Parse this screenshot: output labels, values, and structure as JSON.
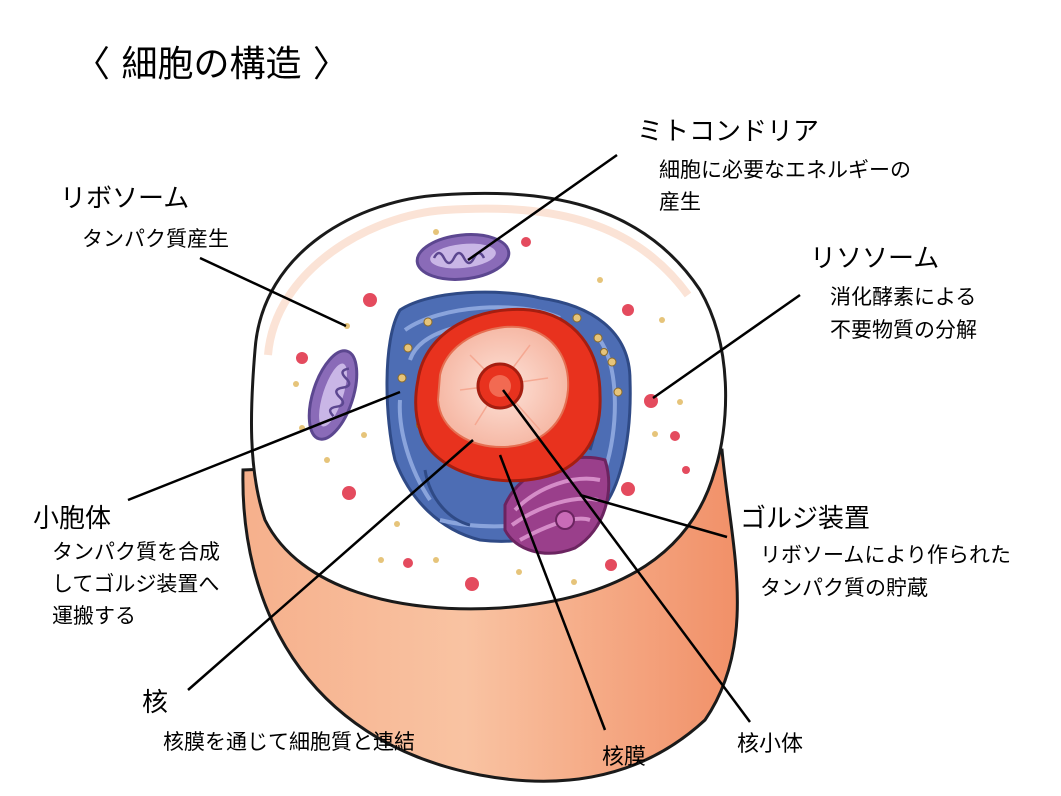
{
  "title": "〈 細胞の構造 〉",
  "labels": {
    "mitochondria": {
      "name": "ミトコンドリア",
      "desc": [
        "細胞に必要なエネルギーの",
        "産生"
      ]
    },
    "ribosome": {
      "name": "リボソーム",
      "desc": [
        "タンパク質産生"
      ]
    },
    "lysosome": {
      "name": "リソソーム",
      "desc": [
        "消化酵素による",
        "不要物質の分解"
      ]
    },
    "er": {
      "name": "小胞体",
      "desc": [
        "タンパク質を合成",
        "してゴルジ装置へ",
        "運搬する"
      ]
    },
    "golgi": {
      "name": "ゴルジ装置",
      "desc": [
        "リボソームにより作られた",
        "タンパク質の貯蔵"
      ]
    },
    "nucleus": {
      "name": "核",
      "desc": [
        "核膜を通じて細胞質と連結"
      ]
    },
    "nuclear_membrane": {
      "name": "核膜"
    },
    "nucleolus": {
      "name": "核小体"
    }
  },
  "colors": {
    "cytoplasm": "#ffffff",
    "cell_side": "#f7a27e",
    "cell_edge": "#1a1a1a",
    "er": "#4d6db4",
    "nucleus_outer": "#e8321e",
    "nucleus_inner": "#f9cfc4",
    "nucleolus": "#e8321e",
    "golgi": "#9a3f8b",
    "mitochondria": "#8a6bb8",
    "lysosome": "#e44b5e",
    "ribosome": "#e6c47a"
  }
}
